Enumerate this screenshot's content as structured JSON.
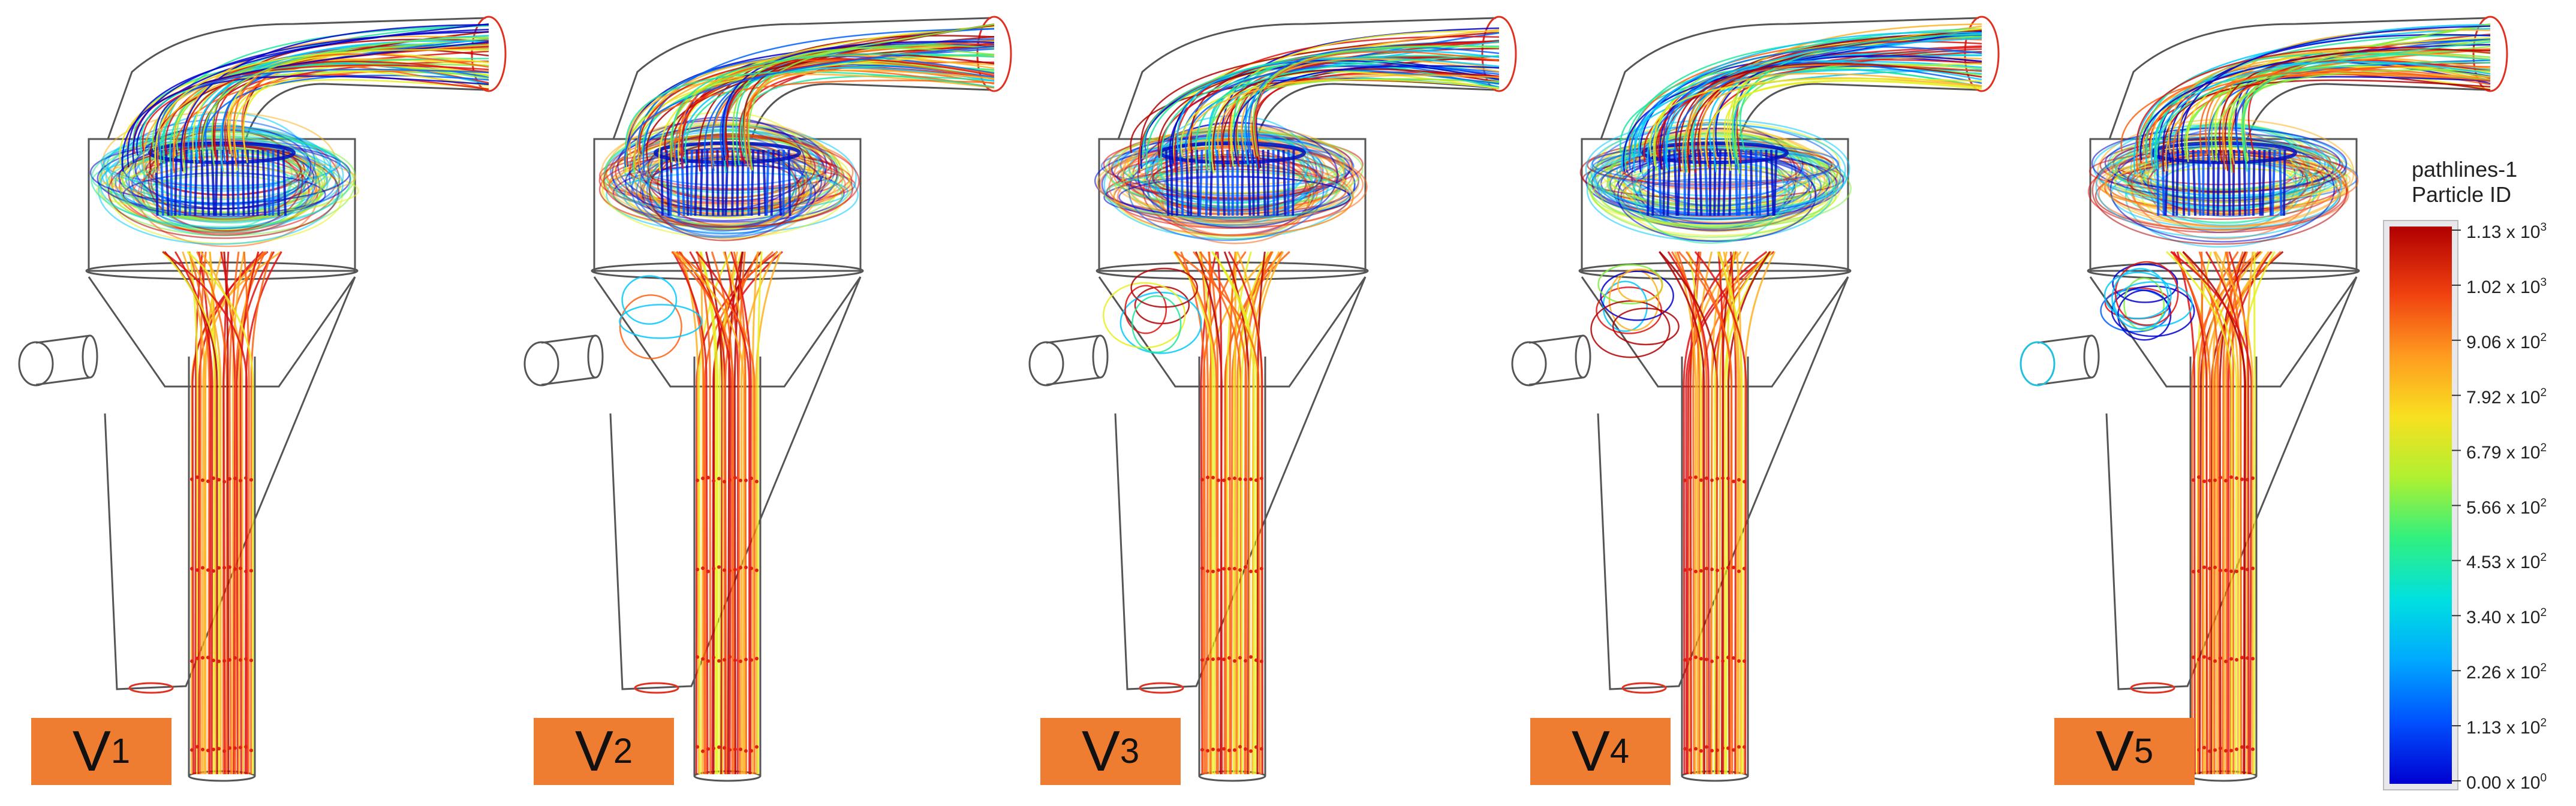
{
  "variants": [
    {
      "letter": "V",
      "index": "1"
    },
    {
      "letter": "V",
      "index": "2"
    },
    {
      "letter": "V",
      "index": "3"
    },
    {
      "letter": "V",
      "index": "4"
    },
    {
      "letter": "V",
      "index": "5"
    }
  ],
  "legend": {
    "title_line1": "pathlines-1",
    "title_line2": "Particle ID",
    "ticks": [
      {
        "mantissa": "1.13 x 10",
        "exp": "3"
      },
      {
        "mantissa": "1.02 x 10",
        "exp": "3"
      },
      {
        "mantissa": "9.06 x 10",
        "exp": "2"
      },
      {
        "mantissa": "7.92 x 10",
        "exp": "2"
      },
      {
        "mantissa": "6.79 x 10",
        "exp": "2"
      },
      {
        "mantissa": "5.66 x 10",
        "exp": "2"
      },
      {
        "mantissa": "4.53 x 10",
        "exp": "2"
      },
      {
        "mantissa": "3.40 x 10",
        "exp": "2"
      },
      {
        "mantissa": "2.26 x 10",
        "exp": "2"
      },
      {
        "mantissa": "1.13 x 10",
        "exp": "2"
      },
      {
        "mantissa": "0.00 x 10",
        "exp": "0"
      }
    ]
  },
  "colors": {
    "label_bg": "#ee7d31",
    "outline": "#555555",
    "colormap": [
      "#0000d0",
      "#0060ff",
      "#00c8ff",
      "#20e8a0",
      "#80f040",
      "#e8f020",
      "#ffb020",
      "#ff6010",
      "#e01010",
      "#b00000"
    ]
  }
}
